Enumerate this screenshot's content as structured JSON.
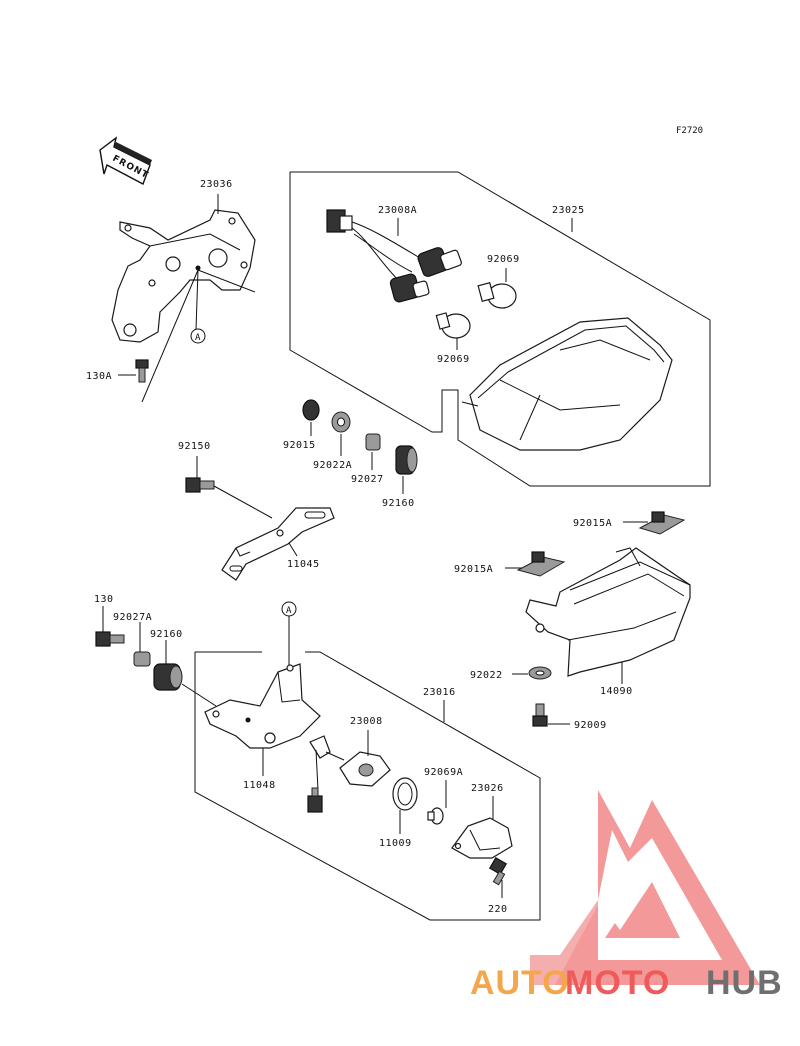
{
  "figure_code": "F2720",
  "front_arrow_label": "FRONT",
  "ref_marker_label": "A",
  "part_numbers": {
    "p23036": "23036",
    "p23008A": "23008A",
    "p23025": "23025",
    "p92069_upper": "92069",
    "p92069_lower": "92069",
    "p130A": "130A",
    "p92150": "92150",
    "p92015": "92015",
    "p92022A": "92022A",
    "p92027": "92027",
    "p92160_upper": "92160",
    "p11045": "11045",
    "p92015A_upper": "92015A",
    "p92015A_lower": "92015A",
    "p130": "130",
    "p92027A": "92027A",
    "p92160_lower": "92160",
    "p92022": "92022",
    "p14090": "14090",
    "p23016": "23016",
    "p92009": "92009",
    "p23008": "23008",
    "p11048": "11048",
    "p92069A": "92069A",
    "p23026": "23026",
    "p11009": "11009",
    "p220": "220"
  },
  "watermark": {
    "part1": "AUTO",
    "part2": "MOTO",
    "part3": "HUB",
    "color_orange": "#f5a64a",
    "color_red": "#ef5a5a",
    "color_gray": "#6f6f6f"
  }
}
